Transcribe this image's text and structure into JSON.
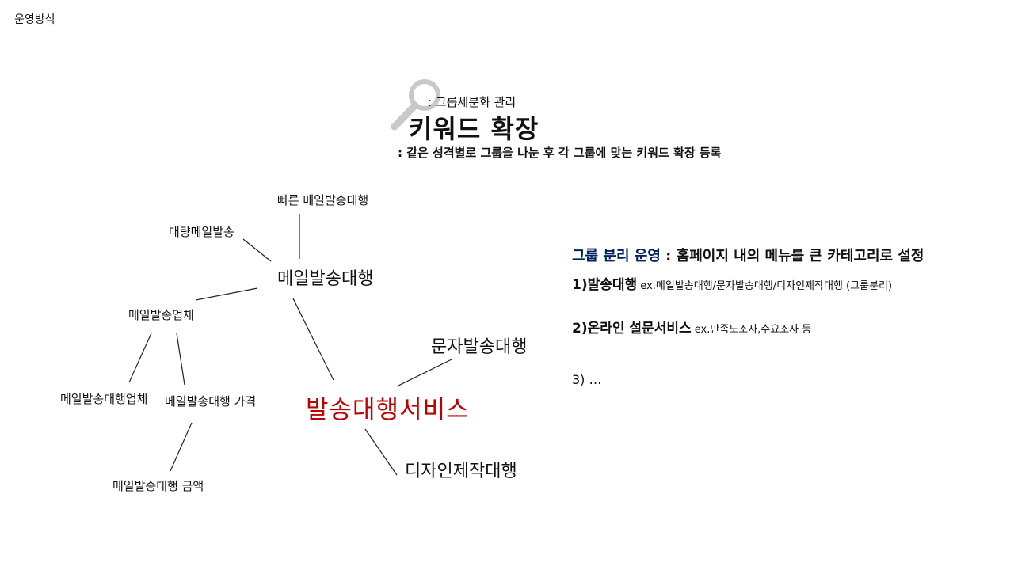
{
  "slide": {
    "corner_label": "운영방식"
  },
  "header": {
    "icon": "magnifier-icon",
    "subtitle": ": 그룹세분화 관리",
    "title": "키워드 확장",
    "description": ": 같은 성격별로 그룹을 나눈 후 각 그룹에 맞는 키워드 확장 등록"
  },
  "mindmap": {
    "accent_color": "#c00000",
    "nodes": {
      "fast": "빠른 메일발송대행",
      "bulk": "대량메일발송",
      "center": "메일발송대행",
      "company": "메일발송업체",
      "company2": "메일발송대행업체",
      "price": "메일발송대행 가격",
      "amount": "메일발송대행 금액",
      "service": "발송대행서비스",
      "sms": "문자발송대행",
      "design": "디자인제작대행"
    }
  },
  "info": {
    "heading_accent": "그룹 분리 운영",
    "heading_accent_color": "#002060",
    "heading_rest": " : 홈페이지 내의 메뉴를 큰 카테고리로 설정",
    "items": [
      {
        "strong": "1)발송대행",
        "note": " ex.메일발송대행/문자발송대행/디자인제작대행 (그룹분리)"
      },
      {
        "strong": "2)온라인 설문서비스",
        "note": " ex.만족도조사,수요조사 등"
      },
      {
        "text": "3) …"
      }
    ]
  }
}
